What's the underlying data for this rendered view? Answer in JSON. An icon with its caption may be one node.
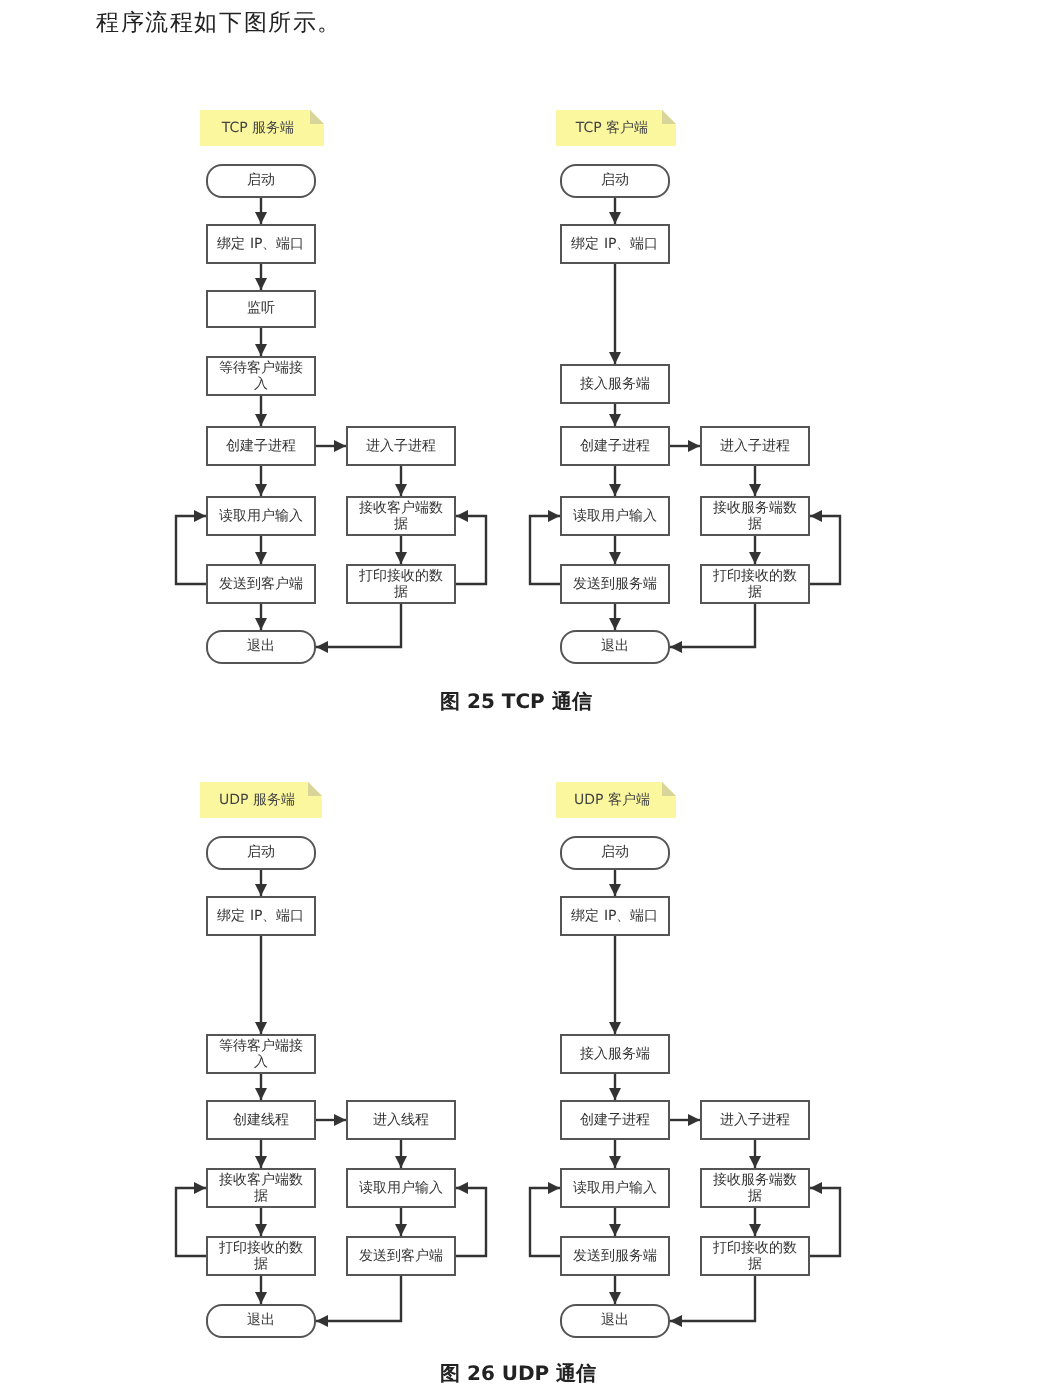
{
  "diagram": {
    "nodes": [
      {
        "text": [
          "TCP 服务端"
        ]
      },
      {
        "text": [
          "启动"
        ]
      },
      {
        "text": [
          "绑定 IP、端口"
        ]
      },
      {
        "text": [
          "监听"
        ]
      },
      {
        "text": [
          "等待客户端接入"
        ]
      },
      {
        "text": [
          "创建子进程"
        ]
      },
      {
        "text": [
          "读取用户输入"
        ]
      },
      {
        "text": [
          "发送到客户端"
        ]
      },
      {
        "text": [
          "退出"
        ]
      },
      {
        "text": [
          "进入子进程"
        ]
      },
      {
        "text": [
          "接收客户端数据"
        ]
      },
      {
        "text": [
          "打印接收的数据"
        ]
      },
      {
        "text": [
          "TCP 客户端"
        ]
      },
      {
        "text": [
          "启动"
        ]
      },
      {
        "text": [
          "绑定 IP、端口"
        ]
      },
      {
        "text": [
          "接入服务端"
        ]
      },
      {
        "text": [
          "创建子进程"
        ]
      },
      {
        "text": [
          "读取用户输入"
        ]
      },
      {
        "text": [
          "发送到服务端"
        ]
      },
      {
        "text": [
          "退出"
        ]
      },
      {
        "text": [
          "进入子进程"
        ]
      },
      {
        "text": [
          "接收服务端数据"
        ]
      },
      {
        "text": [
          "打印接收的数据"
        ]
      },
      {
        "text": [
          "UDP 服务端"
        ]
      },
      {
        "text": [
          "启动"
        ]
      },
      {
        "text": [
          "绑定 IP、端口"
        ]
      },
      {
        "text": [
          "等待客户端接入"
        ]
      },
      {
        "text": [
          "创建线程"
        ]
      },
      {
        "text": [
          "接收客户端数据"
        ]
      },
      {
        "text": [
          "打印接收的数据"
        ]
      },
      {
        "text": [
          "退出"
        ]
      },
      {
        "text": [
          "进入线程"
        ]
      },
      {
        "text": [
          "读取用户输入"
        ]
      },
      {
        "text": [
          "发送到客户端"
        ]
      },
      {
        "text": [
          "UDP 客户端"
        ]
      },
      {
        "text": [
          "启动"
        ]
      },
      {
        "text": [
          "绑定 IP、端口"
        ]
      },
      {
        "text": [
          "接入服务端"
        ]
      },
      {
        "text": [
          "创建子进程"
        ]
      },
      {
        "text": [
          "读取用户输入"
        ]
      },
      {
        "text": [
          "发送到服务端"
        ]
      },
      {
        "text": [
          "退出"
        ]
      },
      {
        "text": [
          "进入子进程"
        ]
      },
      {
        "text": [
          "接收服务端数据"
        ]
      },
      {
        "text": [
          "打印接收的数据"
        ]
      }
    ],
    "edges": [
      {
        "from": 1,
        "to": 2,
        "arrow": "to"
      },
      {
        "from": 2,
        "to": 3,
        "arrow": "to"
      },
      {
        "from": 3,
        "to": 4,
        "arrow": "to"
      },
      {
        "from": 4,
        "to": 5,
        "arrow": "to"
      },
      {
        "from": 5,
        "to": 9,
        "arrow": "to"
      },
      {
        "from": 5,
        "to": 6,
        "arrow": "to"
      },
      {
        "from": 6,
        "to": 7,
        "arrow": "to"
      },
      {
        "from": 7,
        "to": 6,
        "arrow": "to"
      },
      {
        "from": 7,
        "to": 8,
        "arrow": "to"
      },
      {
        "from": 9,
        "to": 10,
        "arrow": "to"
      },
      {
        "from": 10,
        "to": 11,
        "arrow": "to"
      },
      {
        "from": 11,
        "to": 10,
        "arrow": "to"
      },
      {
        "from": 11,
        "to": 8,
        "arrow": "to"
      },
      {
        "from": 13,
        "to": 14,
        "arrow": "to"
      },
      {
        "from": 14,
        "to": 15,
        "arrow": "to"
      },
      {
        "from": 15,
        "to": 16,
        "arrow": "to"
      },
      {
        "from": 16,
        "to": 20,
        "arrow": "to"
      },
      {
        "from": 16,
        "to": 17,
        "arrow": "to"
      },
      {
        "from": 17,
        "to": 18,
        "arrow": "to"
      },
      {
        "from": 18,
        "to": 17,
        "arrow": "to"
      },
      {
        "from": 18,
        "to": 19,
        "arrow": "to"
      },
      {
        "from": 20,
        "to": 21,
        "arrow": "to"
      },
      {
        "from": 21,
        "to": 22,
        "arrow": "to"
      },
      {
        "from": 22,
        "to": 21,
        "arrow": "to"
      },
      {
        "from": 22,
        "to": 19,
        "arrow": "to"
      },
      {
        "from": 24,
        "to": 25,
        "arrow": "to"
      },
      {
        "from": 25,
        "to": 26,
        "arrow": "to"
      },
      {
        "from": 26,
        "to": 27,
        "arrow": "to"
      },
      {
        "from": 27,
        "to": 31,
        "arrow": "to"
      },
      {
        "from": 27,
        "to": 28,
        "arrow": "to"
      },
      {
        "from": 28,
        "to": 29,
        "arrow": "to"
      },
      {
        "from": 29,
        "to": 28,
        "arrow": "to"
      },
      {
        "from": 29,
        "to": 30,
        "arrow": "to"
      },
      {
        "from": 31,
        "to": 32,
        "arrow": "to"
      },
      {
        "from": 32,
        "to": 33,
        "arrow": "to"
      },
      {
        "from": 33,
        "to": 32,
        "arrow": "to"
      },
      {
        "from": 33,
        "to": 30,
        "arrow": "to"
      },
      {
        "from": 35,
        "to": 36,
        "arrow": "to"
      },
      {
        "from": 36,
        "to": 37,
        "arrow": "to"
      },
      {
        "from": 37,
        "to": 38,
        "arrow": "to"
      },
      {
        "from": 38,
        "to": 42,
        "arrow": "to"
      },
      {
        "from": 38,
        "to": 39,
        "arrow": "to"
      },
      {
        "from": 39,
        "to": 40,
        "arrow": "to"
      },
      {
        "from": 40,
        "to": 39,
        "arrow": "to"
      },
      {
        "from": 40,
        "to": 41,
        "arrow": "to"
      },
      {
        "from": 42,
        "to": 43,
        "arrow": "to"
      },
      {
        "from": 43,
        "to": 44,
        "arrow": "to"
      },
      {
        "from": 44,
        "to": 43,
        "arrow": "to"
      },
      {
        "from": 44,
        "to": 41,
        "arrow": "to"
      }
    ],
    "labels": [
      "程序流程如下图所示。",
      "图 25 TCP 通信",
      "图 26 UDP 通信"
    ]
  }
}
